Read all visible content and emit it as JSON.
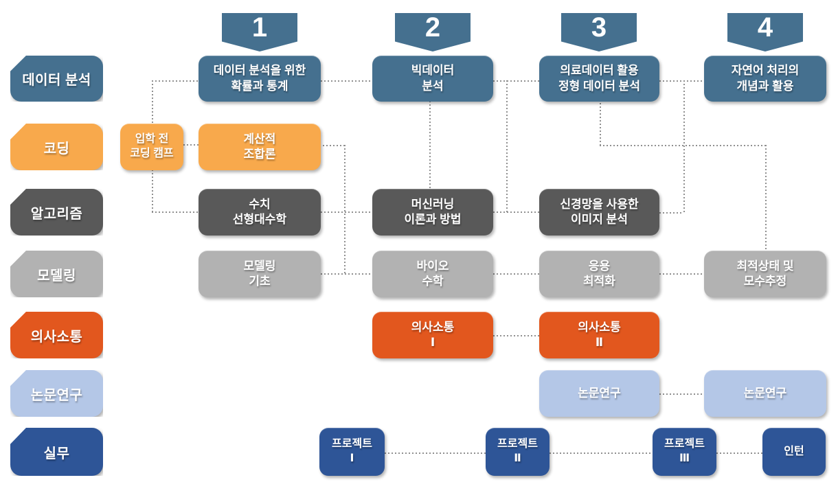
{
  "diagram_type": "curriculum-roadmap",
  "colors": {
    "background": "#FFFFFF",
    "semester_banner_blue": "#45708F",
    "data_analysis_blue": "#45708F",
    "coding_orange": "#F8A94C",
    "algorithm_dark_gray": "#595959",
    "modeling_light_gray": "#B2B2B2",
    "communication_orange_red": "#E2571E",
    "thesis_light_blue": "#B4C7E7",
    "practice_dark_blue": "#2E5597",
    "connector_gray": "#8F8F8F"
  },
  "semesters": [
    {
      "number": "1"
    },
    {
      "number": "2"
    },
    {
      "number": "3"
    },
    {
      "number": "4"
    }
  ],
  "categories": [
    {
      "id": "data-analysis",
      "label": "데이터 분석",
      "color": "#45708F"
    },
    {
      "id": "coding",
      "label": "코딩",
      "color": "#F8A94C"
    },
    {
      "id": "algorithm",
      "label": "알고리즘",
      "color": "#595959"
    },
    {
      "id": "modeling",
      "label": "모델링",
      "color": "#B2B2B2"
    },
    {
      "id": "communication",
      "label": "의사소통",
      "color": "#E2571E"
    },
    {
      "id": "thesis",
      "label": "논문연구",
      "color": "#B4C7E7"
    },
    {
      "id": "practice",
      "label": "실무",
      "color": "#2E5597"
    }
  ],
  "courses": [
    {
      "id": "prob-stat",
      "lines": [
        "데이터 분석을 위한",
        "확률과 통계"
      ],
      "category": "data-analysis",
      "col": "c1",
      "row": "r1"
    },
    {
      "id": "bigdata",
      "lines": [
        "빅데이터",
        "분석"
      ],
      "category": "data-analysis",
      "col": "c2",
      "row": "r1"
    },
    {
      "id": "medical-data",
      "lines": [
        "의료데이터 활용",
        "정형 데이터 분석"
      ],
      "category": "data-analysis",
      "col": "c3",
      "row": "r1"
    },
    {
      "id": "nlp",
      "lines": [
        "자연어 처리의",
        "개념과 활용"
      ],
      "category": "data-analysis",
      "col": "c4",
      "row": "r1"
    },
    {
      "id": "precamp",
      "lines": [
        "입학 전",
        "코딩 캠프"
      ],
      "category": "coding",
      "col": "pre",
      "row": "r2"
    },
    {
      "id": "combinatorics",
      "lines": [
        "계산적",
        "조합론"
      ],
      "category": "coding",
      "col": "c1",
      "row": "r2"
    },
    {
      "id": "numlinalg",
      "lines": [
        "수치",
        "선형대수학"
      ],
      "category": "algorithm",
      "col": "c1",
      "row": "r3"
    },
    {
      "id": "ml-theory",
      "lines": [
        "머신러닝",
        "이론과 방법"
      ],
      "category": "algorithm",
      "col": "c2",
      "row": "r3"
    },
    {
      "id": "neural-image",
      "lines": [
        "신경망을 사용한",
        "이미지 분석"
      ],
      "category": "algorithm",
      "col": "c3",
      "row": "r3"
    },
    {
      "id": "modeling-basics",
      "lines": [
        "모델링",
        "기초"
      ],
      "category": "modeling",
      "col": "c1",
      "row": "r4"
    },
    {
      "id": "biomath",
      "lines": [
        "바이오",
        "수학"
      ],
      "category": "modeling",
      "col": "c2",
      "row": "r4"
    },
    {
      "id": "applied-opt",
      "lines": [
        "응용",
        "최적화"
      ],
      "category": "modeling",
      "col": "c3",
      "row": "r4"
    },
    {
      "id": "optimal-est",
      "lines": [
        "최적상태 및",
        "모수추정"
      ],
      "category": "modeling",
      "col": "c4",
      "row": "r4"
    },
    {
      "id": "comm1",
      "lines": [
        "의사소통",
        "Ⅰ"
      ],
      "category": "communication",
      "col": "c2",
      "row": "r5"
    },
    {
      "id": "comm2",
      "lines": [
        "의사소통",
        "Ⅱ"
      ],
      "category": "communication",
      "col": "c3",
      "row": "r5"
    },
    {
      "id": "thesis1",
      "lines": [
        "논문연구"
      ],
      "category": "thesis",
      "col": "c3",
      "row": "r6"
    },
    {
      "id": "thesis2",
      "lines": [
        "논문연구"
      ],
      "category": "thesis",
      "col": "c4",
      "row": "r6"
    },
    {
      "id": "project1",
      "lines": [
        "프로젝트",
        "Ⅰ"
      ],
      "category": "practice",
      "col": "p1",
      "row": "r7"
    },
    {
      "id": "project2",
      "lines": [
        "프로젝트",
        "Ⅱ"
      ],
      "category": "practice",
      "col": "p2",
      "row": "r7"
    },
    {
      "id": "project3",
      "lines": [
        "프로젝트",
        "Ⅲ"
      ],
      "category": "practice",
      "col": "p3",
      "row": "r7"
    },
    {
      "id": "intern",
      "lines": [
        "인턴"
      ],
      "category": "practice",
      "col": "p4",
      "row": "r7"
    }
  ],
  "connections": [
    {
      "from": "prob-stat",
      "to": "precamp"
    },
    {
      "from": "precamp",
      "to": "combinatorics"
    },
    {
      "from": "precamp",
      "to": "numlinalg"
    },
    {
      "from": "prob-stat",
      "to": "bigdata"
    },
    {
      "from": "bigdata",
      "to": "medical-data"
    },
    {
      "from": "medical-data",
      "to": "nlp"
    },
    {
      "from": "bigdata",
      "to": "ml-theory"
    },
    {
      "from": "bigdata-medical-link",
      "to": "ml-neural-link"
    },
    {
      "from": "medical-data",
      "to": "optimal-est"
    },
    {
      "from": "neural-image",
      "to": "medical-nlp-link"
    },
    {
      "from": "combinatorics",
      "to": "modeling-biomath-link"
    },
    {
      "from": "numlinalg",
      "to": "ml-theory"
    },
    {
      "from": "ml-theory",
      "to": "neural-image"
    },
    {
      "from": "modeling-basics",
      "to": "biomath"
    },
    {
      "from": "biomath",
      "to": "applied-opt"
    },
    {
      "from": "applied-opt",
      "to": "optimal-est"
    },
    {
      "from": "comm1",
      "to": "comm2"
    },
    {
      "from": "thesis1",
      "to": "thesis2"
    },
    {
      "from": "project1",
      "to": "project2"
    },
    {
      "from": "project2",
      "to": "project3"
    },
    {
      "from": "project3",
      "to": "intern"
    }
  ]
}
